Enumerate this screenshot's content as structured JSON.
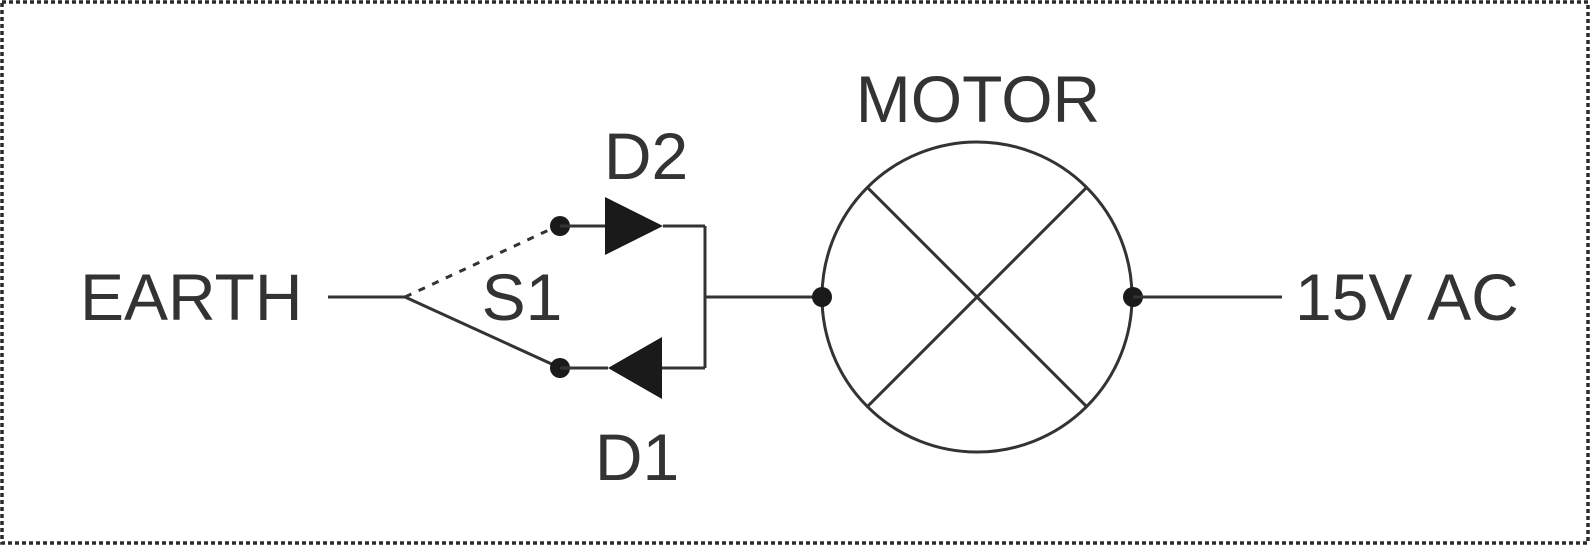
{
  "diagram": {
    "type": "circuit-schematic",
    "labels": {
      "earth": "EARTH",
      "switch": "S1",
      "diode_top": "D2",
      "diode_bottom": "D1",
      "motor": "MOTOR",
      "supply": "15V AC"
    },
    "colors": {
      "line": "#333333",
      "text": "#333333",
      "fill": "#1a1a1a",
      "background": "#ffffff",
      "border": "#2a2a2a"
    }
  }
}
